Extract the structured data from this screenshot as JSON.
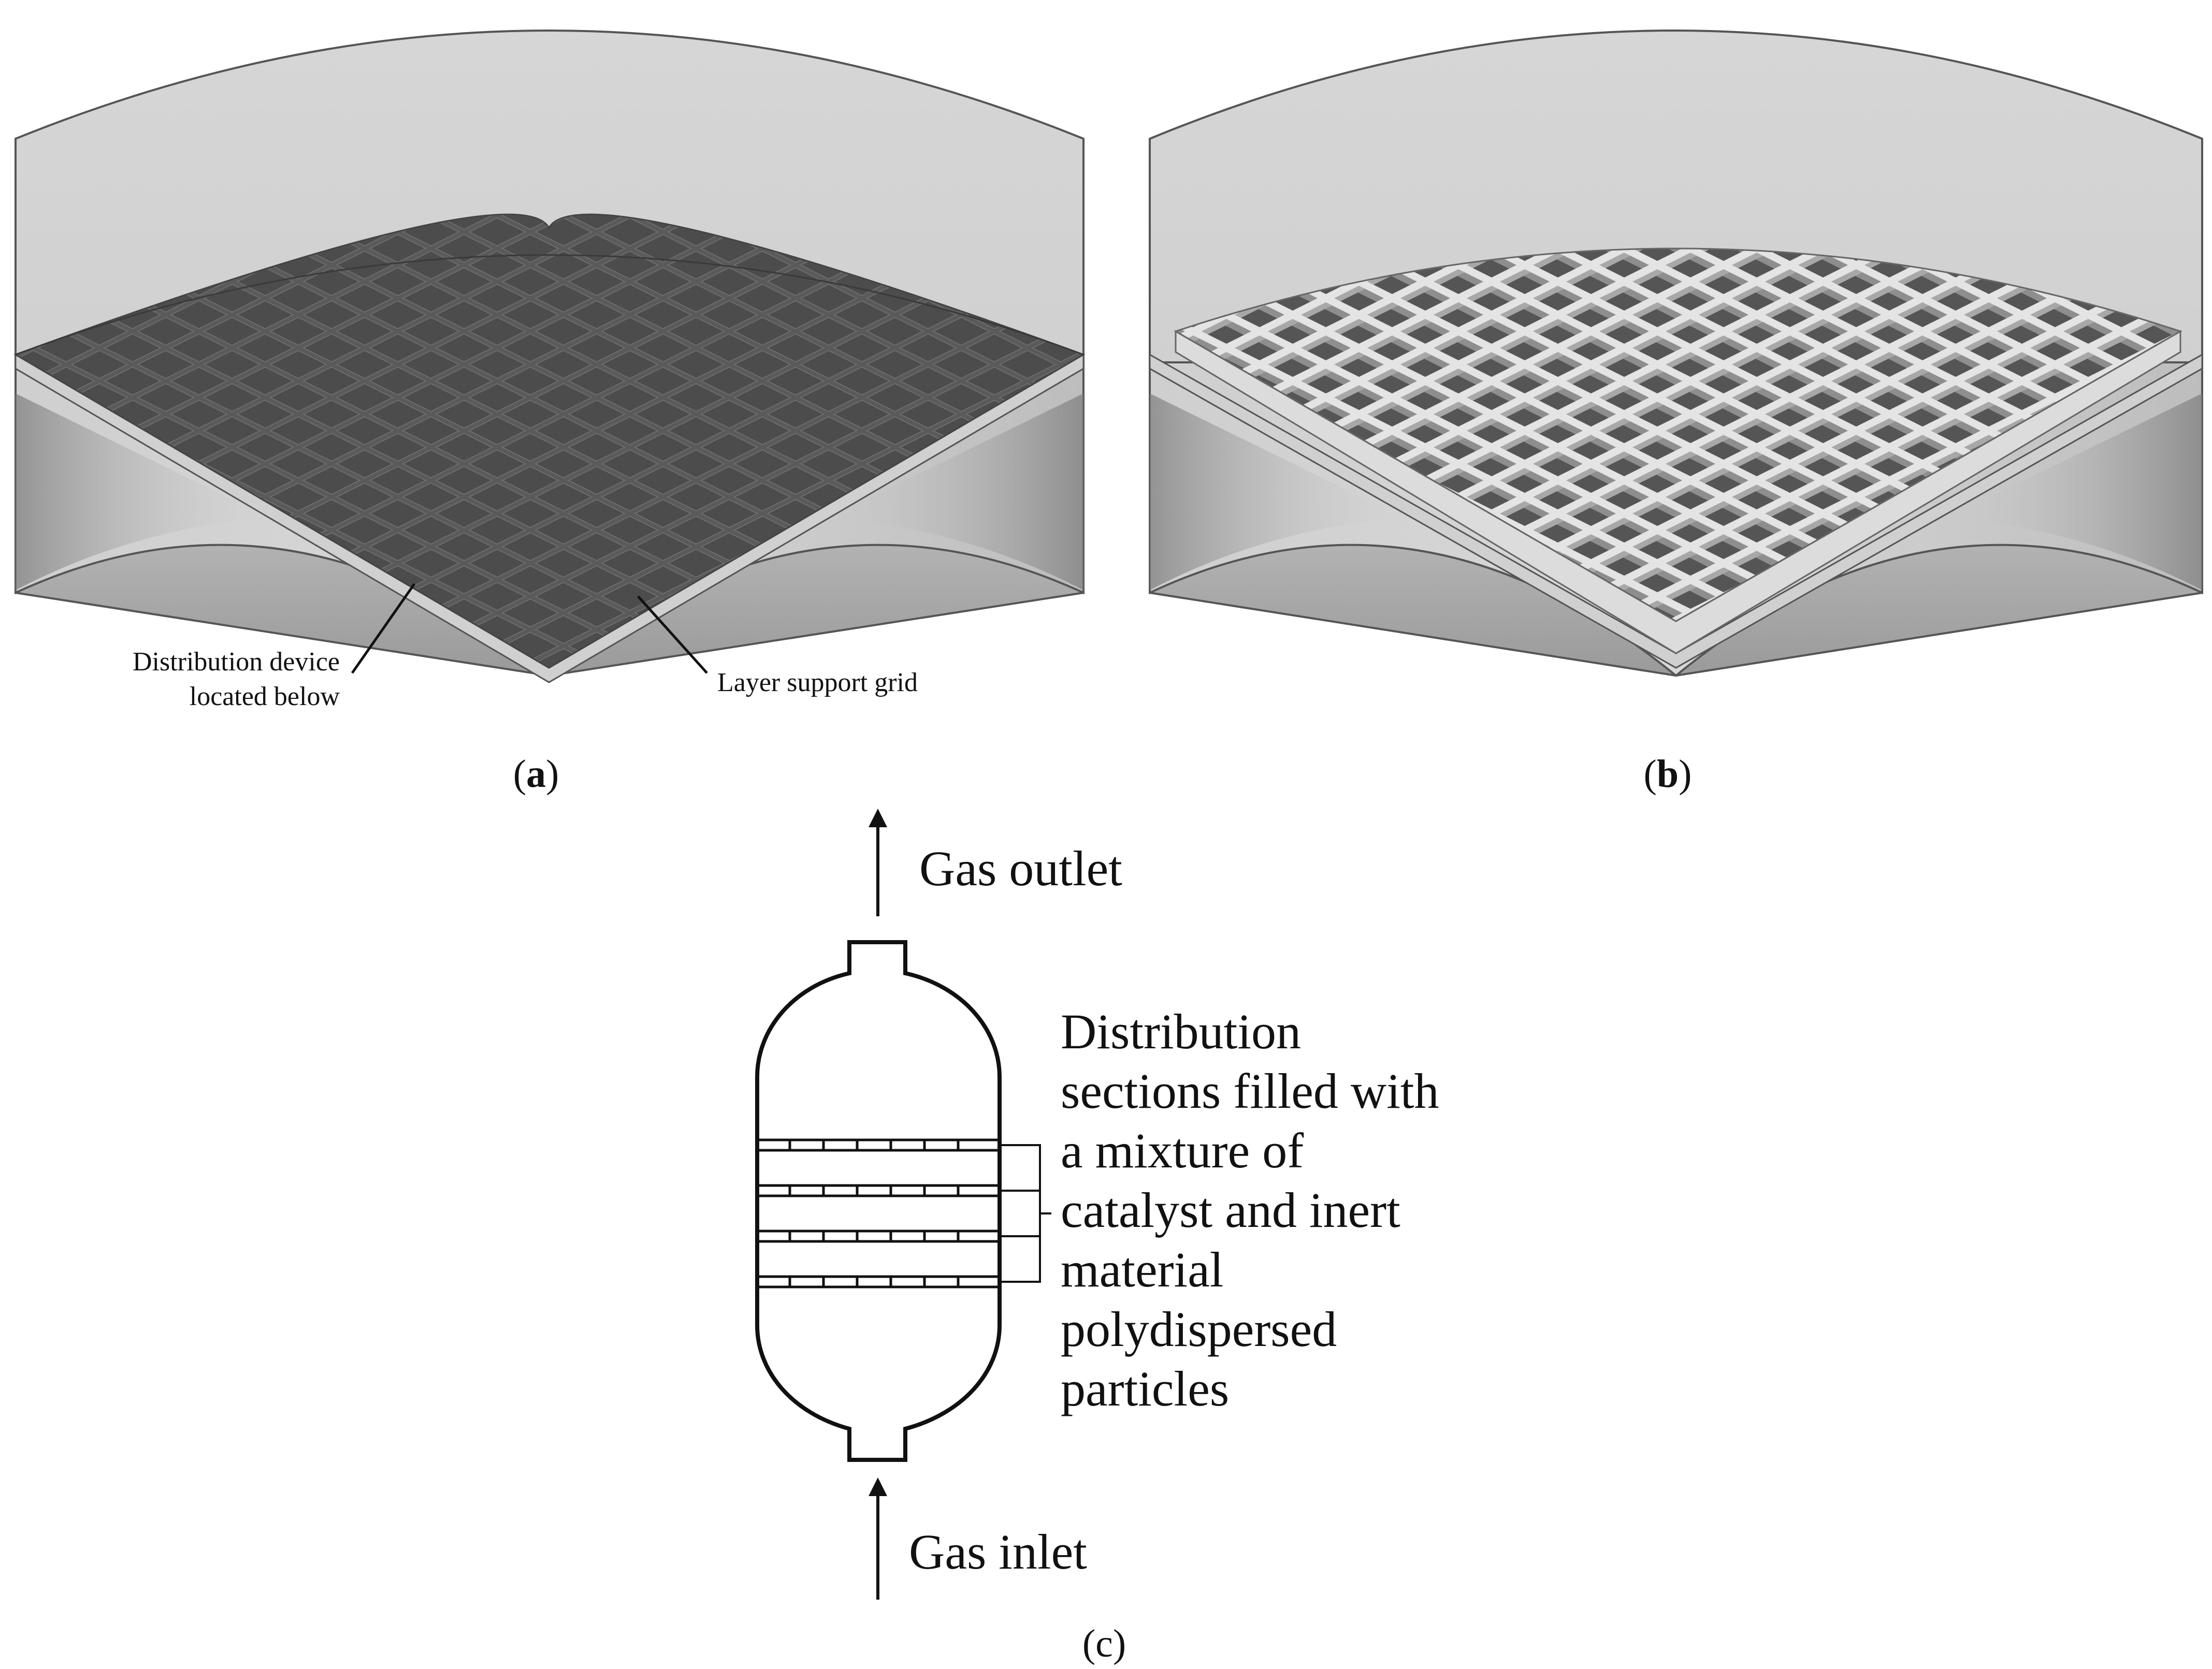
{
  "panels": {
    "a": {
      "caption": "(a)",
      "letter": "a",
      "label_distribution": [
        "Distribution device",
        "located below"
      ],
      "label_grid": "Layer support grid"
    },
    "b": {
      "caption": "(b)",
      "letter": "b"
    },
    "c": {
      "caption": "(c)",
      "gas_outlet": "Gas outlet",
      "gas_inlet": "Gas inlet",
      "description_lines": [
        "Distribution",
        "sections filled with",
        "a mixture of",
        "catalyst and inert",
        "material",
        "polydispersed",
        "particles"
      ],
      "section_count": 4
    }
  },
  "colors": {
    "wall": "#d4d4d4",
    "wall_dark": "#9e9e9e",
    "plate_dark": "#585858",
    "grid_light": "#d8d8d8",
    "ink": "#111111"
  }
}
